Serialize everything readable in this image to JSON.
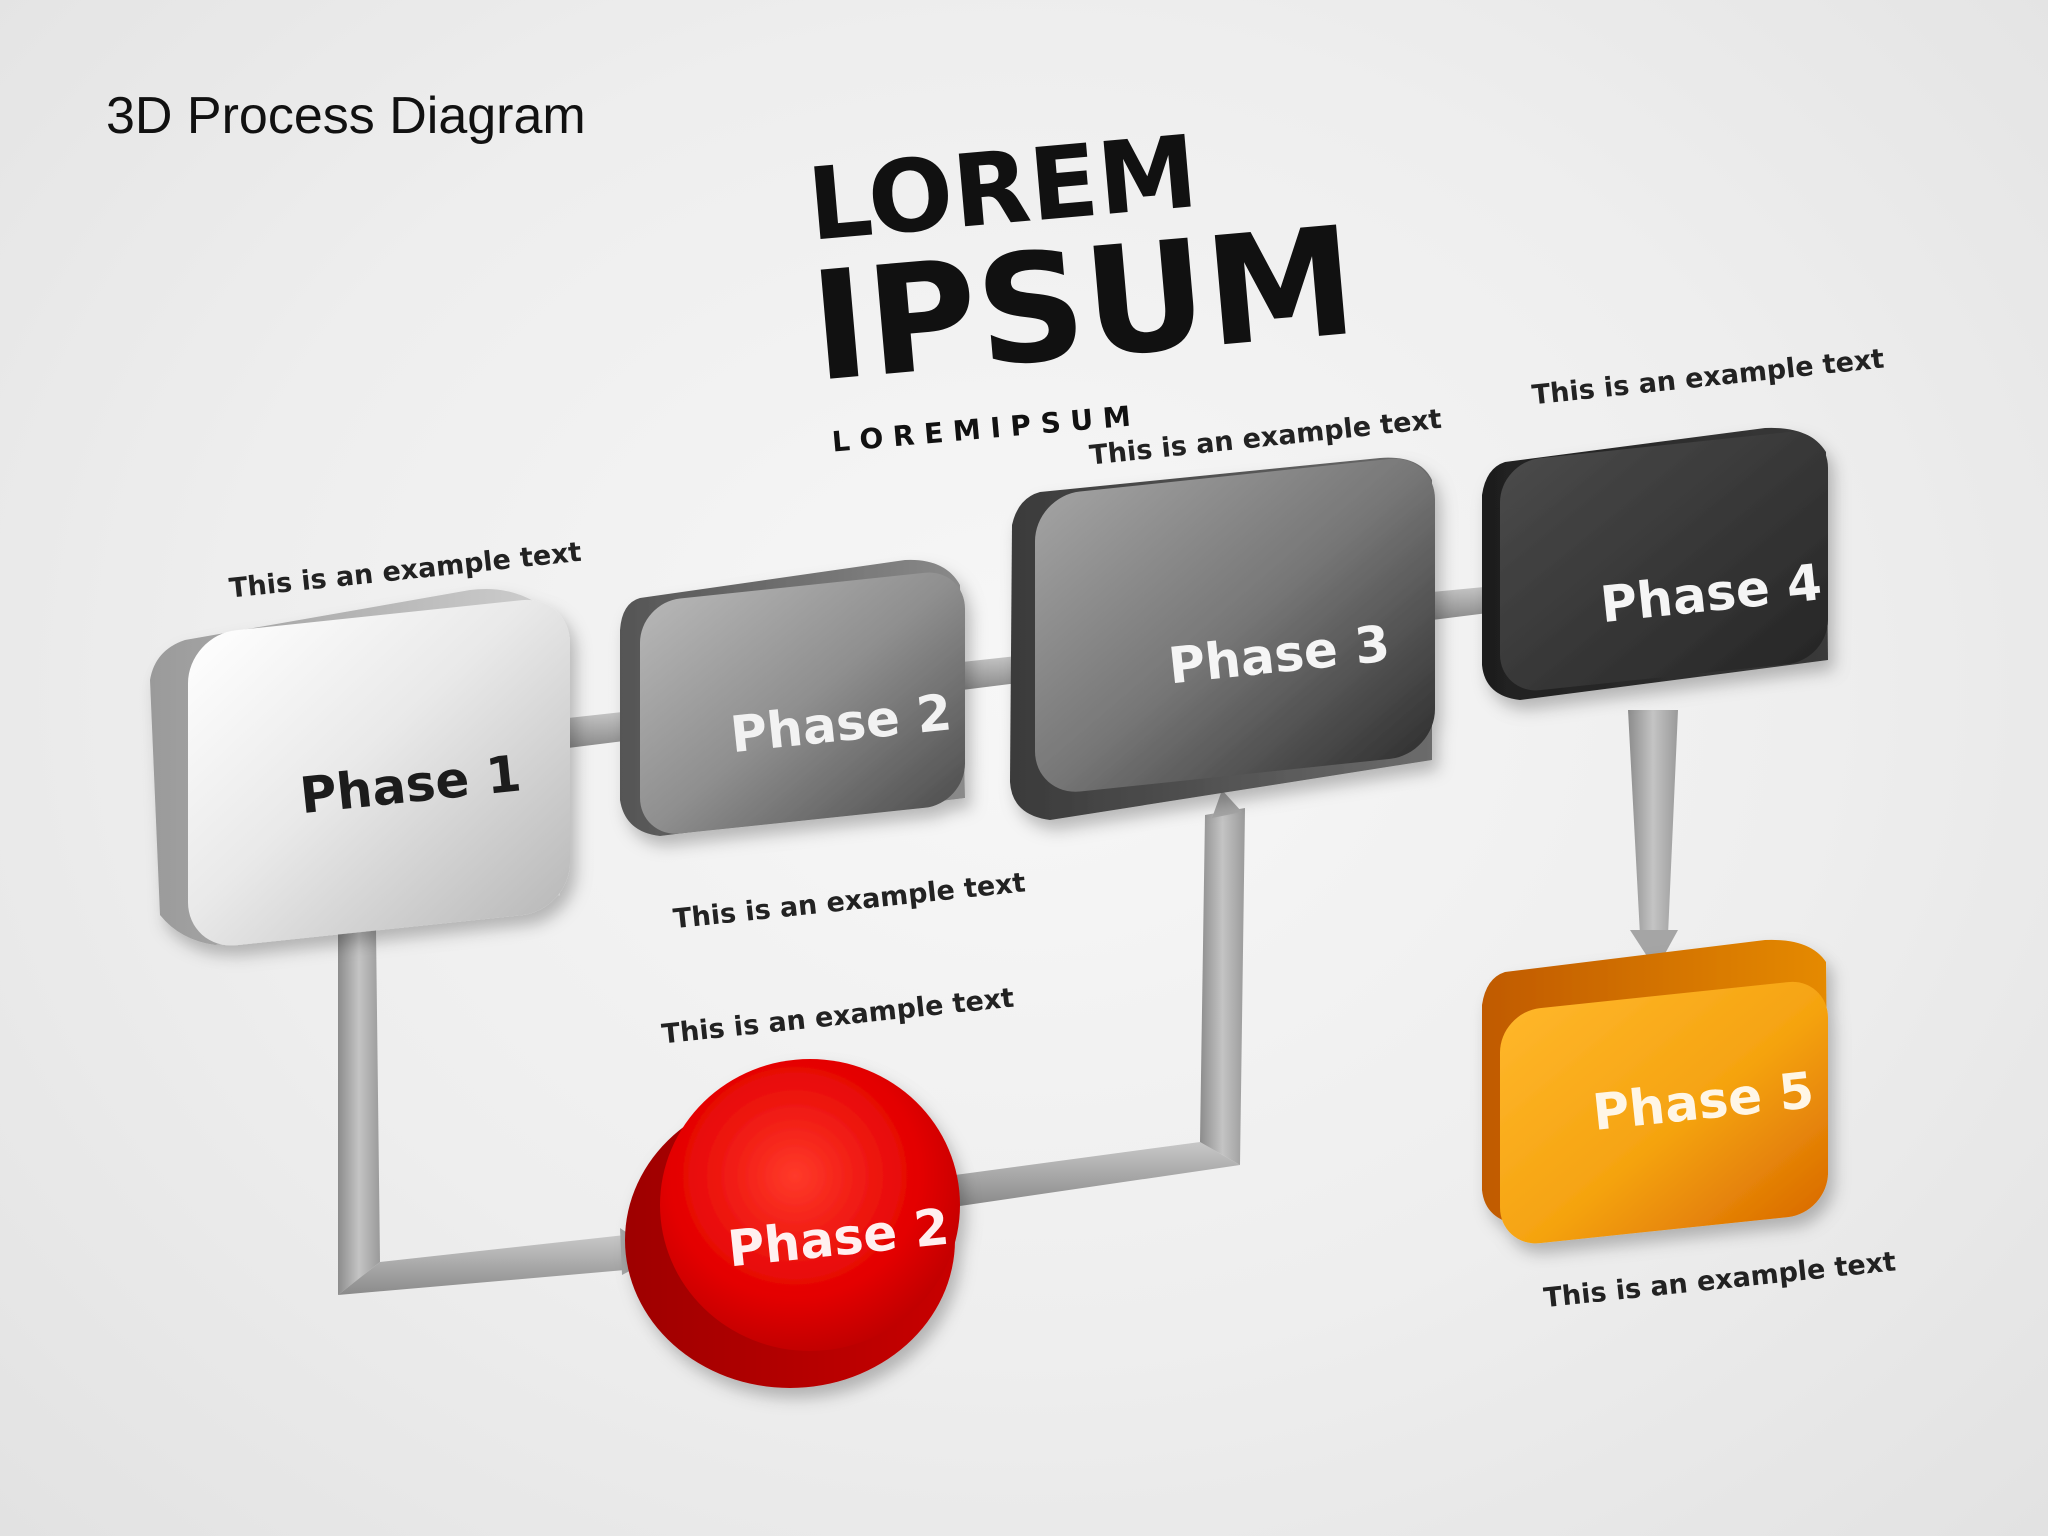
{
  "slide_title": "3D  Process  Diagram",
  "logo": {
    "line1": "LOREM",
    "line2": "IPSUM",
    "tagline": "L O R E M   I P S U M"
  },
  "phases": {
    "phase1": {
      "label": "Phase 1",
      "caption": "This is an example text"
    },
    "phase2": {
      "label": "Phase 2",
      "caption": "This is an example text"
    },
    "phase3": {
      "label": "Phase 3",
      "caption": "This is an example text"
    },
    "phase4": {
      "label": "Phase 4",
      "caption": "This is an example text"
    },
    "phase5": {
      "label": "Phase 5",
      "caption": "This is an example text"
    },
    "phase2_circle": {
      "label": "Phase 2",
      "caption": "This is an example text"
    }
  },
  "colors": {
    "phase1": "#d8d8d8",
    "phase2": "#8e8e8e",
    "phase3": "#6b6b6b",
    "phase4": "#3a3a3a",
    "phase5": "#f29a0f",
    "phase2_circle": "#e00000"
  }
}
